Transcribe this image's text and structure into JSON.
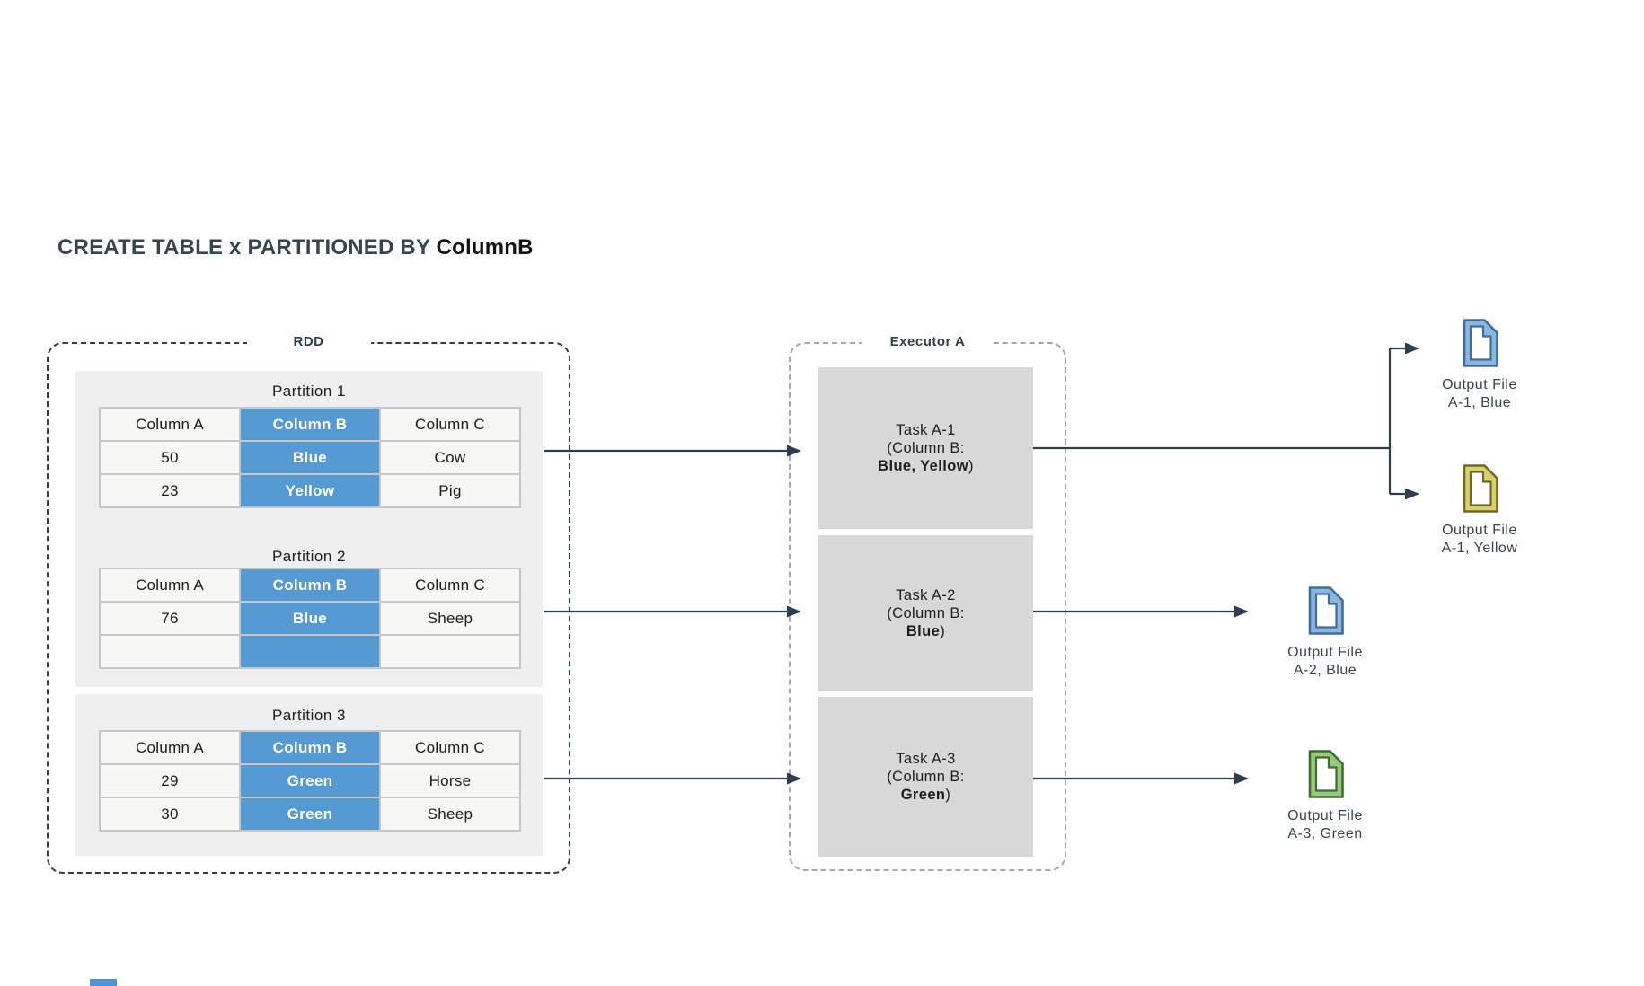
{
  "title": {
    "prefix": "CREATE TABLE x PARTITIONED BY ",
    "emphasis": "ColumnB"
  },
  "rdd": {
    "label": "RDD",
    "partitions": [
      {
        "title": "Partition 1",
        "headers": [
          "Column A",
          "Column B",
          "Column C"
        ],
        "rows": [
          [
            "50",
            "Blue",
            "Cow"
          ],
          [
            "23",
            "Yellow",
            "Pig"
          ]
        ]
      },
      {
        "title": "Partition 2",
        "headers": [
          "Column A",
          "Column B",
          "Column C"
        ],
        "rows": [
          [
            "76",
            "Blue",
            "Sheep"
          ],
          [
            "",
            "",
            ""
          ]
        ]
      },
      {
        "title": "Partition 3",
        "headers": [
          "Column A",
          "Column B",
          "Column C"
        ],
        "rows": [
          [
            "29",
            "Green",
            "Horse"
          ],
          [
            "30",
            "Green",
            "Sheep"
          ]
        ]
      }
    ]
  },
  "executor": {
    "label": "Executor A",
    "tasks": [
      {
        "title": "Task A-1",
        "subtitle": "(Column B:",
        "values_bold": "Blue, Yellow",
        "suffix": ")"
      },
      {
        "title": "Task A-2",
        "subtitle": "(Column B:",
        "values_bold": "Blue",
        "suffix": ")"
      },
      {
        "title": "Task A-3",
        "subtitle": "(Column B:",
        "values_bold": "Green",
        "suffix": ")"
      }
    ]
  },
  "outputs": [
    {
      "label_line1": "Output File",
      "label_line2": "A-1, Blue",
      "icon": {
        "name": "document-icon",
        "fill": "#8cb6dd",
        "stroke": "#3e6d9e"
      }
    },
    {
      "label_line1": "Output File",
      "label_line2": "A-1, Yellow",
      "icon": {
        "name": "document-icon",
        "fill": "#dacf6b",
        "stroke": "#6f6a26"
      }
    },
    {
      "label_line1": "Output File",
      "label_line2": "A-2, Blue",
      "icon": {
        "name": "document-icon",
        "fill": "#8cb6dd",
        "stroke": "#3e6d9e"
      }
    },
    {
      "label_line1": "Output File",
      "label_line2": "A-3, Green",
      "icon": {
        "name": "document-icon",
        "fill": "#97c97d",
        "stroke": "#3f6c31"
      }
    }
  ],
  "colors": {
    "accent_blue_cell": "#559ad3",
    "line_navy": "#2d3e50",
    "executor_dash_gray": "#a8a8a8",
    "task_gray": "#d8d8d8",
    "partition_container_gray": "#f0efef",
    "cell_bg": "#f7f7f6",
    "cell_border": "#c6c6c6",
    "title_slate": "#36454f",
    "footer_blue_mark": "#4f93d9"
  }
}
